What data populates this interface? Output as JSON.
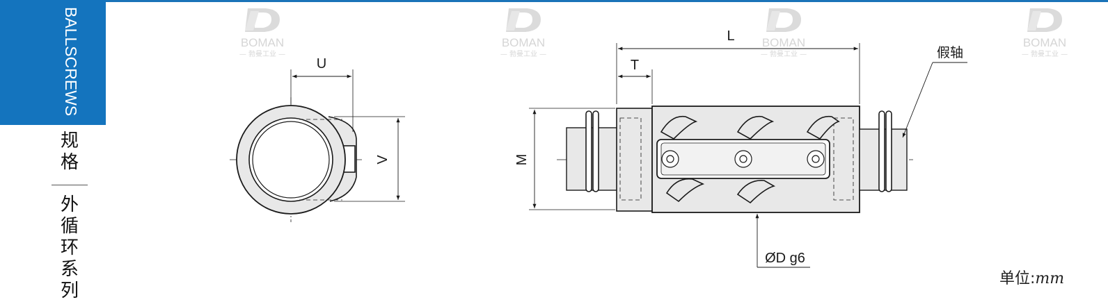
{
  "sidebar": {
    "tab_label": "BALLSCREWS",
    "spec_label": "规格",
    "series_label": "外循环系列"
  },
  "watermark": {
    "brand": "BOMAN",
    "sub": "— 勃曼工业 —"
  },
  "drawing": {
    "dim_U": "U",
    "dim_V": "V",
    "dim_L": "L",
    "dim_T": "T",
    "dim_M": "M",
    "dim_D": "ØD g6",
    "callout_dummy_shaft": "假轴"
  },
  "footer": {
    "unit_prefix": "单位:",
    "unit_value": "mm"
  },
  "colors": {
    "accent_blue": "#1474be",
    "line": "#1a1a1a",
    "body_fill": "#e8e8e8"
  }
}
